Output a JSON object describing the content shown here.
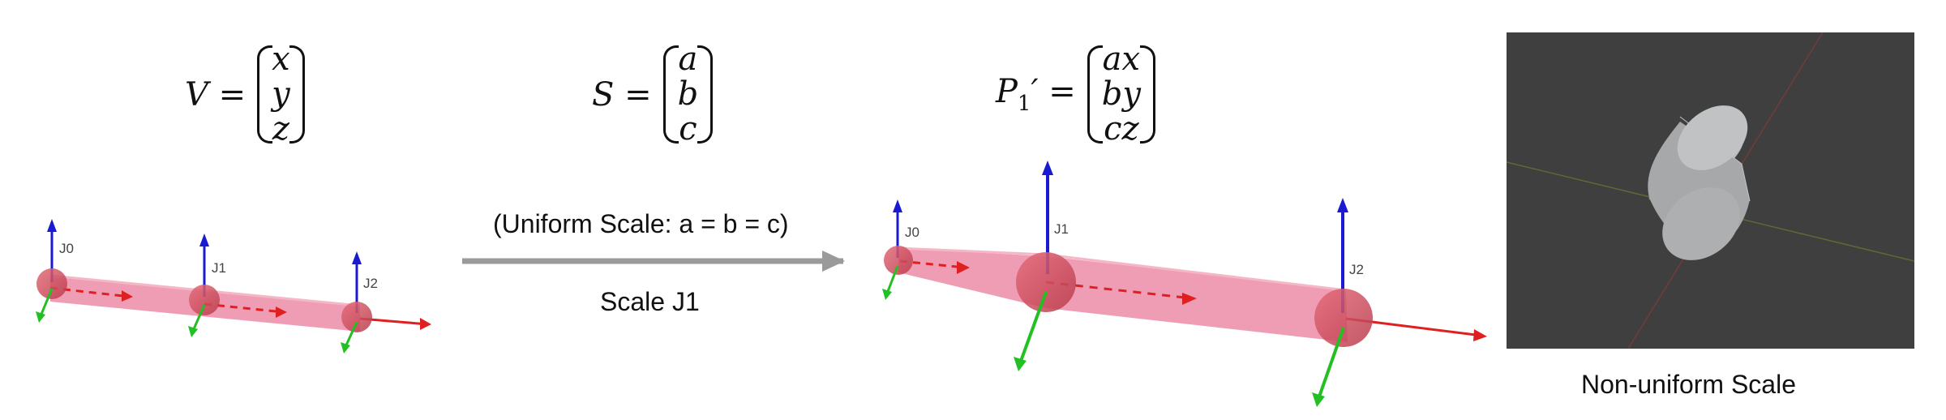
{
  "equations": {
    "v": {
      "lhs": "V =",
      "entries": [
        "x",
        "y",
        "z"
      ]
    },
    "s": {
      "lhs": "S =",
      "entries": [
        "a",
        "b",
        "c"
      ]
    },
    "p": {
      "lhs_main": "P",
      "lhs_sub": "1",
      "lhs_tail": "′ =",
      "entries": [
        "ax",
        "by",
        "cz"
      ]
    }
  },
  "arrow_label_top": "(Uniform Scale: a = b = c)",
  "arrow_label_bottom": "Scale J1",
  "caption_right": "Non-uniform Scale",
  "joints_before": [
    "J0",
    "J1",
    "J2"
  ],
  "joints_after": [
    "J0",
    "J1",
    "J2"
  ],
  "colors": {
    "bone": "#e87a9b",
    "joint": "#d9505f",
    "axis_x": "#e02020",
    "axis_y": "#1a1ad0",
    "axis_z": "#22c022",
    "arrow": "#9a9a9a",
    "viewport_bg": "#3f3f3f",
    "cylinder": "#a9abac"
  }
}
